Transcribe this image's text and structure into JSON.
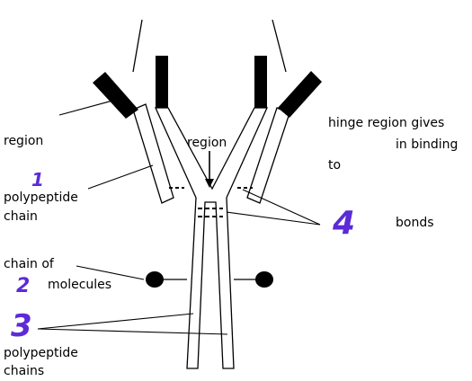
{
  "labels": {
    "region_left": "region",
    "region_center": "region",
    "polypeptide_chain_line1": "polypeptide",
    "polypeptide_chain_line2": "chain",
    "chain_of": "chain of",
    "molecules": "molecules",
    "polypeptide_chains_line1": "polypeptide",
    "polypeptide_chains_line2": "chains",
    "hinge_line1": "hinge region gives",
    "hinge_line2": "in binding",
    "hinge_line3": "to",
    "bonds": "bonds"
  },
  "handwritten_numbers": {
    "n1": "1",
    "n2": "2",
    "n3": "3",
    "n4": "4"
  },
  "colors": {
    "ink": "#000000",
    "annotation": "#5b2bd6"
  }
}
